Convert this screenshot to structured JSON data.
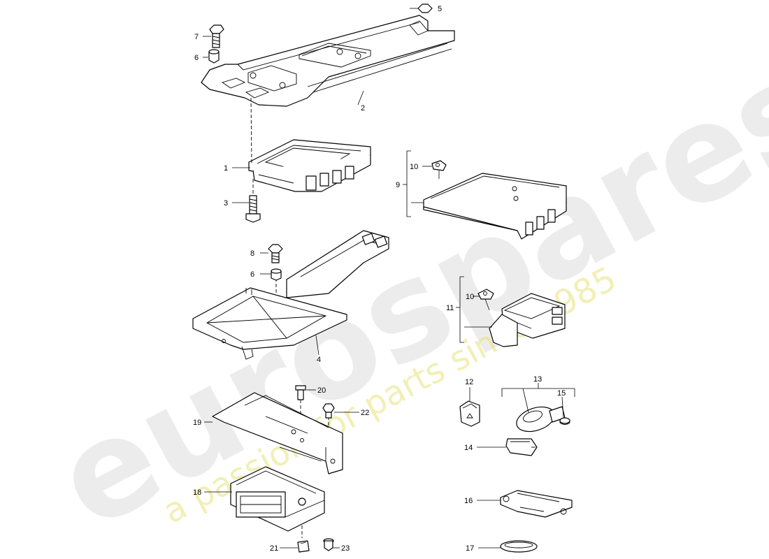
{
  "watermark": {
    "brand": "eurospares",
    "slogan": "a passion for parts since 1985"
  },
  "callouts": {
    "c1": "1",
    "c2": "2",
    "c3": "3",
    "c4": "4",
    "c5": "5",
    "c6a": "6",
    "c6b": "6",
    "c7": "7",
    "c8": "8",
    "c9": "9",
    "c10a": "10",
    "c10b": "10",
    "c11": "11",
    "c12": "12",
    "c13": "13",
    "c14": "14",
    "c15": "15",
    "c16": "16",
    "c17": "17",
    "c18": "18",
    "c19": "19",
    "c20": "20",
    "c21": "21",
    "c22": "22",
    "c23": "23"
  }
}
